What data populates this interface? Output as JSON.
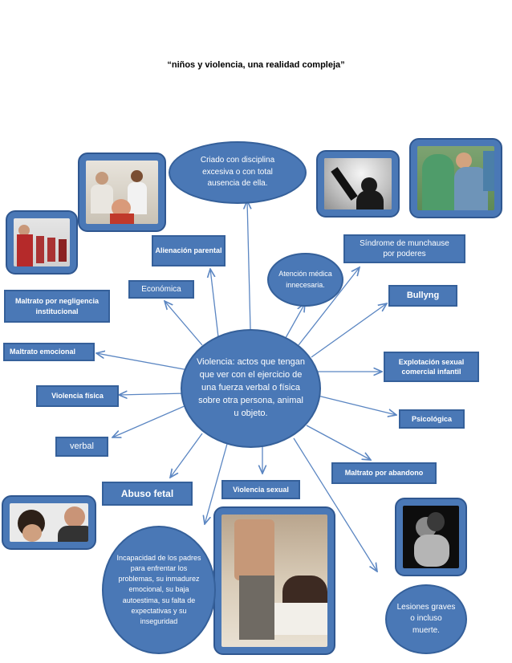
{
  "title": "“niños y violencia, una realidad compleja”",
  "center": "Violencia: actos que tengan que ver con el ejercicio de una fuerza verbal o física sobre otra persona, animal u objeto.",
  "nodes": {
    "criado": "Criado con disciplina excesiva o con total ausencia de ella.",
    "alienacion": "Alienación parental",
    "atencion": "Atención médica innecesaria.",
    "munchausen": "Síndrome de munchause por poderes",
    "economica": "Económica",
    "maltrato_negligencia": "Maltrato por negligencia institucional",
    "bullyng": "Bullyng",
    "maltrato_emocional": "Maltrato emocional",
    "explotacion": "Explotación sexual comercial infantil",
    "violencia_fisica": "Violencia física",
    "psicologica": "Psicológica",
    "verbal": "verbal",
    "maltrato_abandono": "Maltrato por abandono",
    "abuso_fetal": "Abuso fetal",
    "violencia_sexual": "Violencia sexual",
    "incapacidad": "Incapacidad de los padres para enfrentar los problemas, su inmadurez emocional, su baja autoestima, su falta de expectativas y su inseguridad",
    "lesiones": "Lesiones graves o incluso muerte."
  },
  "colors": {
    "node_fill": "#4a78b6",
    "node_border": "#35609a",
    "arrow": "#5b86c2"
  }
}
